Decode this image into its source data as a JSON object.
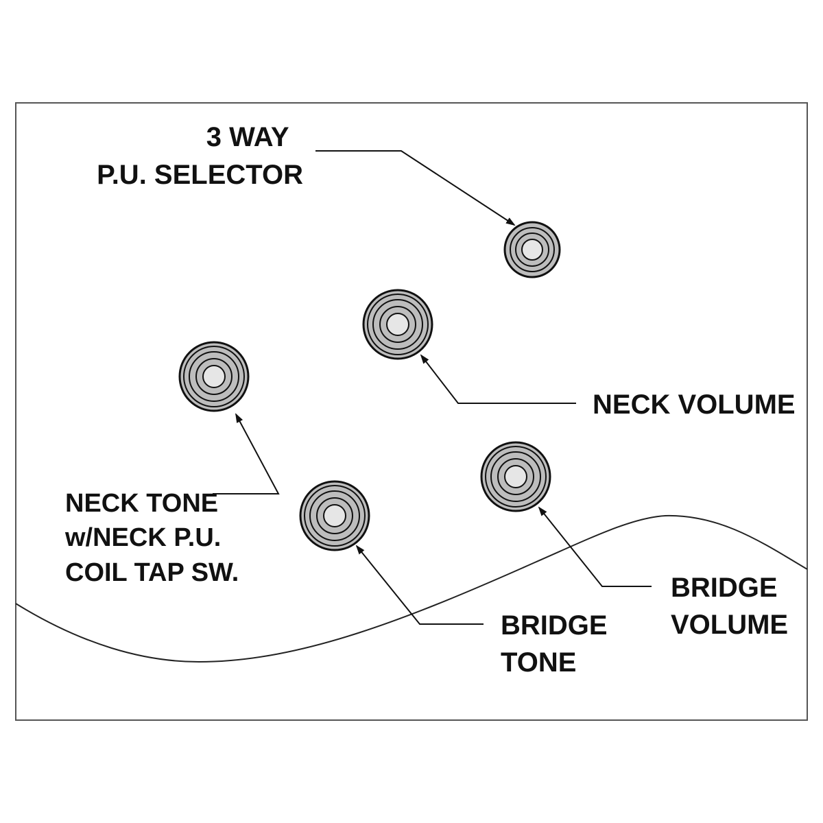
{
  "colors": {
    "ink": "#111111",
    "knob_fill": "#bdbdbd",
    "knob_inner": "#e6e6e6",
    "frame": "#555555"
  },
  "labels": {
    "selector": [
      "3 WAY",
      "P.U. SELECTOR"
    ],
    "neck_volume": [
      "NECK VOLUME"
    ],
    "neck_tone": [
      "NECK TONE",
      "w/NECK P.U.",
      "COIL TAP SW."
    ],
    "bridge_tone": [
      "BRIDGE",
      "TONE"
    ],
    "bridge_volume": [
      "BRIDGE",
      "VOLUME"
    ]
  }
}
